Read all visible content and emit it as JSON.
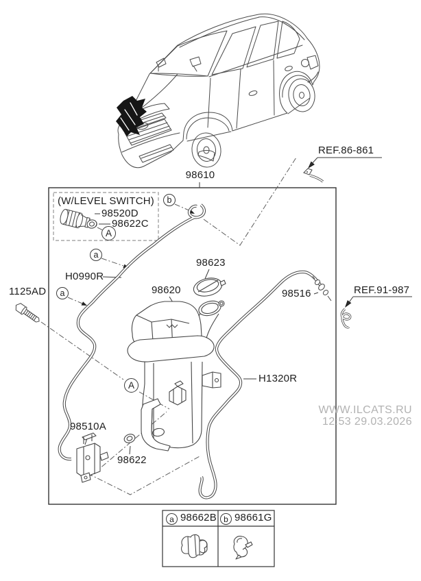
{
  "colors": {
    "line": "#454545",
    "text": "#1d1d1d",
    "watermark": "#b2b2b2"
  },
  "diagram": {
    "main_part": "98610",
    "ref_front": "REF.86-861",
    "ref_rear": "REF.91-987",
    "inset_title": "(W/LEVEL SWITCH)",
    "parts": {
      "level_switch": "98520D",
      "grommet_inset": "98622C",
      "hose_front": "H0990R",
      "cap": "98623",
      "reservoir": "98620",
      "joint": "98516",
      "hose_rear": "H1320R",
      "bolt": "1125AD",
      "pump": "98510A",
      "grommet": "98622"
    },
    "callouts": {
      "small_a": "a",
      "small_b": "b",
      "large_a": "A"
    }
  },
  "legend": {
    "items": [
      {
        "callout": "a",
        "part_number": "98662B"
      },
      {
        "callout": "b",
        "part_number": "98661G"
      }
    ]
  },
  "watermark": {
    "site": "WWW.ILCATS.RU",
    "timestamp": "12:53 29.03.2026"
  }
}
